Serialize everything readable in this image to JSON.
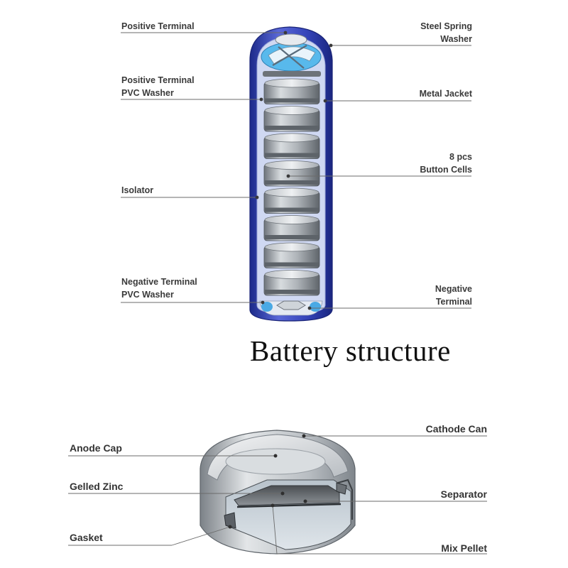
{
  "title": "Battery structure",
  "battery_labels": {
    "positive_terminal": "Positive Terminal",
    "steel_spring_washer": [
      "Steel Spring",
      "Washer"
    ],
    "positive_terminal_pvc_washer": [
      "Positive Terminal",
      "PVC Washer"
    ],
    "metal_jacket": "Metal Jacket",
    "button_cells": [
      "8 pcs",
      "Button Cells"
    ],
    "isolator": "Isolator",
    "negative_terminal_pvc_washer": [
      "Negative Terminal",
      "PVC Washer"
    ],
    "negative_terminal": [
      "Negative",
      "Terminal"
    ]
  },
  "cell_labels": {
    "cathode_can": "Cathode Can",
    "anode_cap": "Anode Cap",
    "gelled_zinc": "Gelled Zinc",
    "separator": "Separator",
    "gasket": "Gasket",
    "mix_pellet": "Mix Pellet"
  },
  "button_cell_count": 8,
  "colors": {
    "jacket_blue": "#2f3fb0",
    "inner_blue": "#4fb6e8",
    "cell_gray": "#9aa0a6",
    "leader_line": "#6b6b6b"
  }
}
